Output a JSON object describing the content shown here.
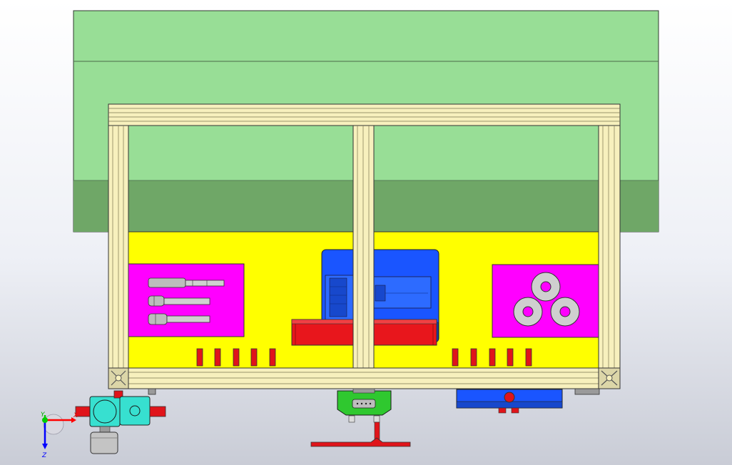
{
  "viewport": {
    "background_top": "#ffffff",
    "background_bottom": "#c9ccd6"
  },
  "colors": {
    "green_panel": "#98de96",
    "green_shadow": "#6fa767",
    "aluminium_profile": "#f7f0bd",
    "yellow_base": "#ffff00",
    "magenta_plate": "#ff00ff",
    "blue_motor": "#1a55ff",
    "red_tray": "#e8161c",
    "pin_red": "#e0141a",
    "connector_green": "#2fc82f",
    "valve_cyan": "#37e0d0",
    "steel_grey": "#c4c4c4"
  },
  "triad": {
    "x_label": "X",
    "y_label": "Y",
    "z_label": "Z",
    "x_color": "#ff0000",
    "y_color": "#00cc00",
    "z_color": "#0000ff"
  },
  "icons": [
    "coordinate-triad-icon",
    "cylinder-shaft-icon",
    "bearing-ring-icon",
    "servo-motor-icon",
    "pneumatic-valve-icon",
    "emergency-stop-icon",
    "db9-connector-icon"
  ]
}
